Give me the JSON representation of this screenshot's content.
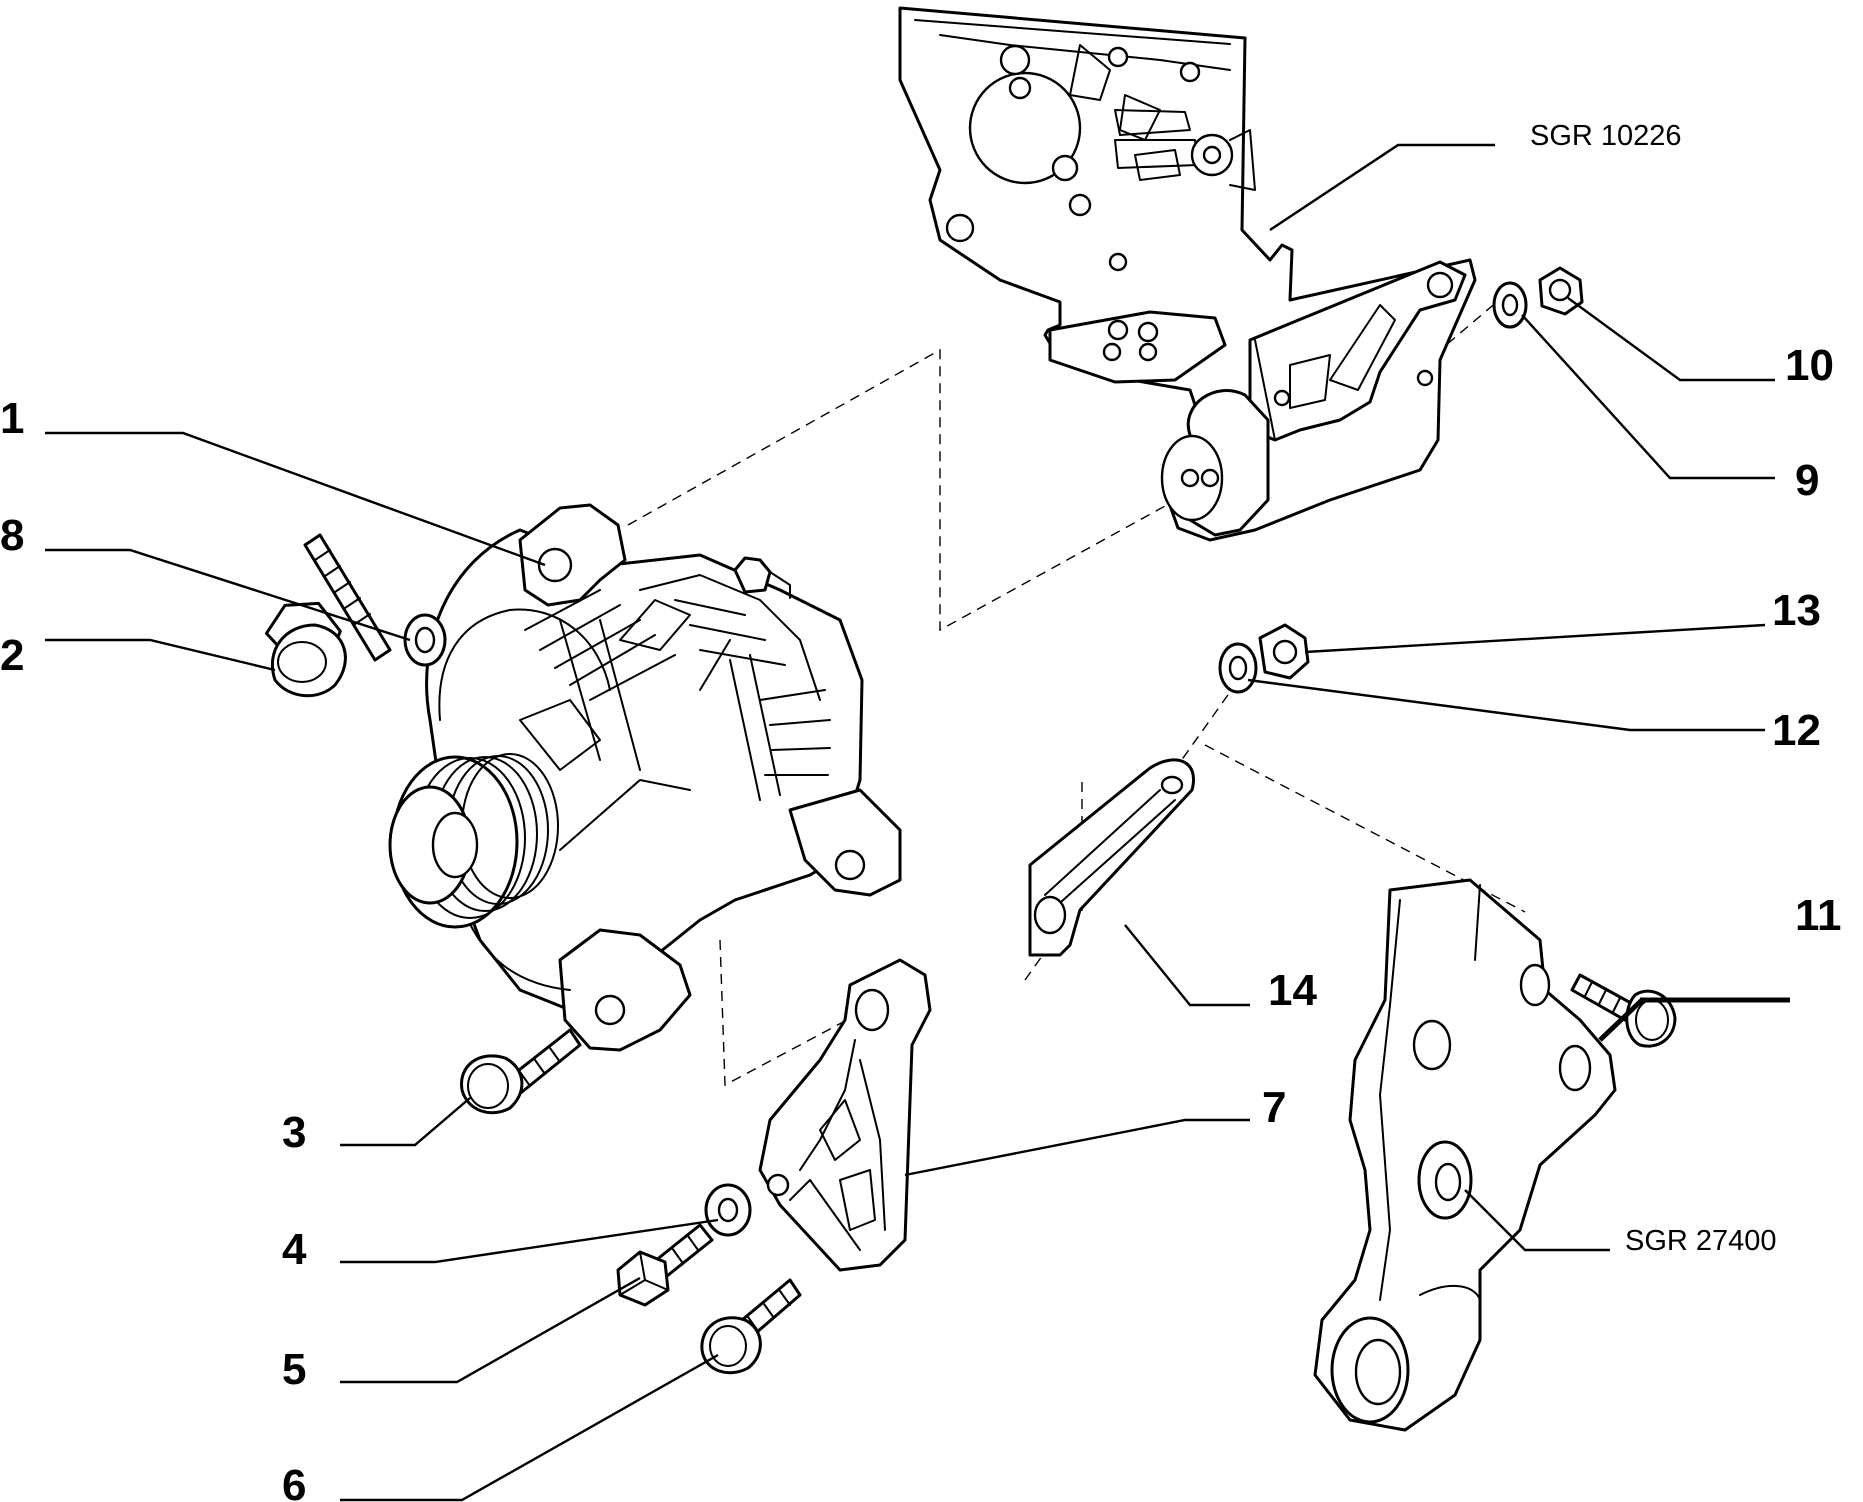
{
  "labels": {
    "l1": "1",
    "l2": "2",
    "l3": "3",
    "l4": "4",
    "l5": "5",
    "l6": "6",
    "l7": "7",
    "l8": "8",
    "l9": "9",
    "l10": "10",
    "l11": "11",
    "l12": "12",
    "l13": "13",
    "l14": "14"
  },
  "references": {
    "engine_block": "SGR 10226",
    "engine_mount": "SGR 27400"
  }
}
